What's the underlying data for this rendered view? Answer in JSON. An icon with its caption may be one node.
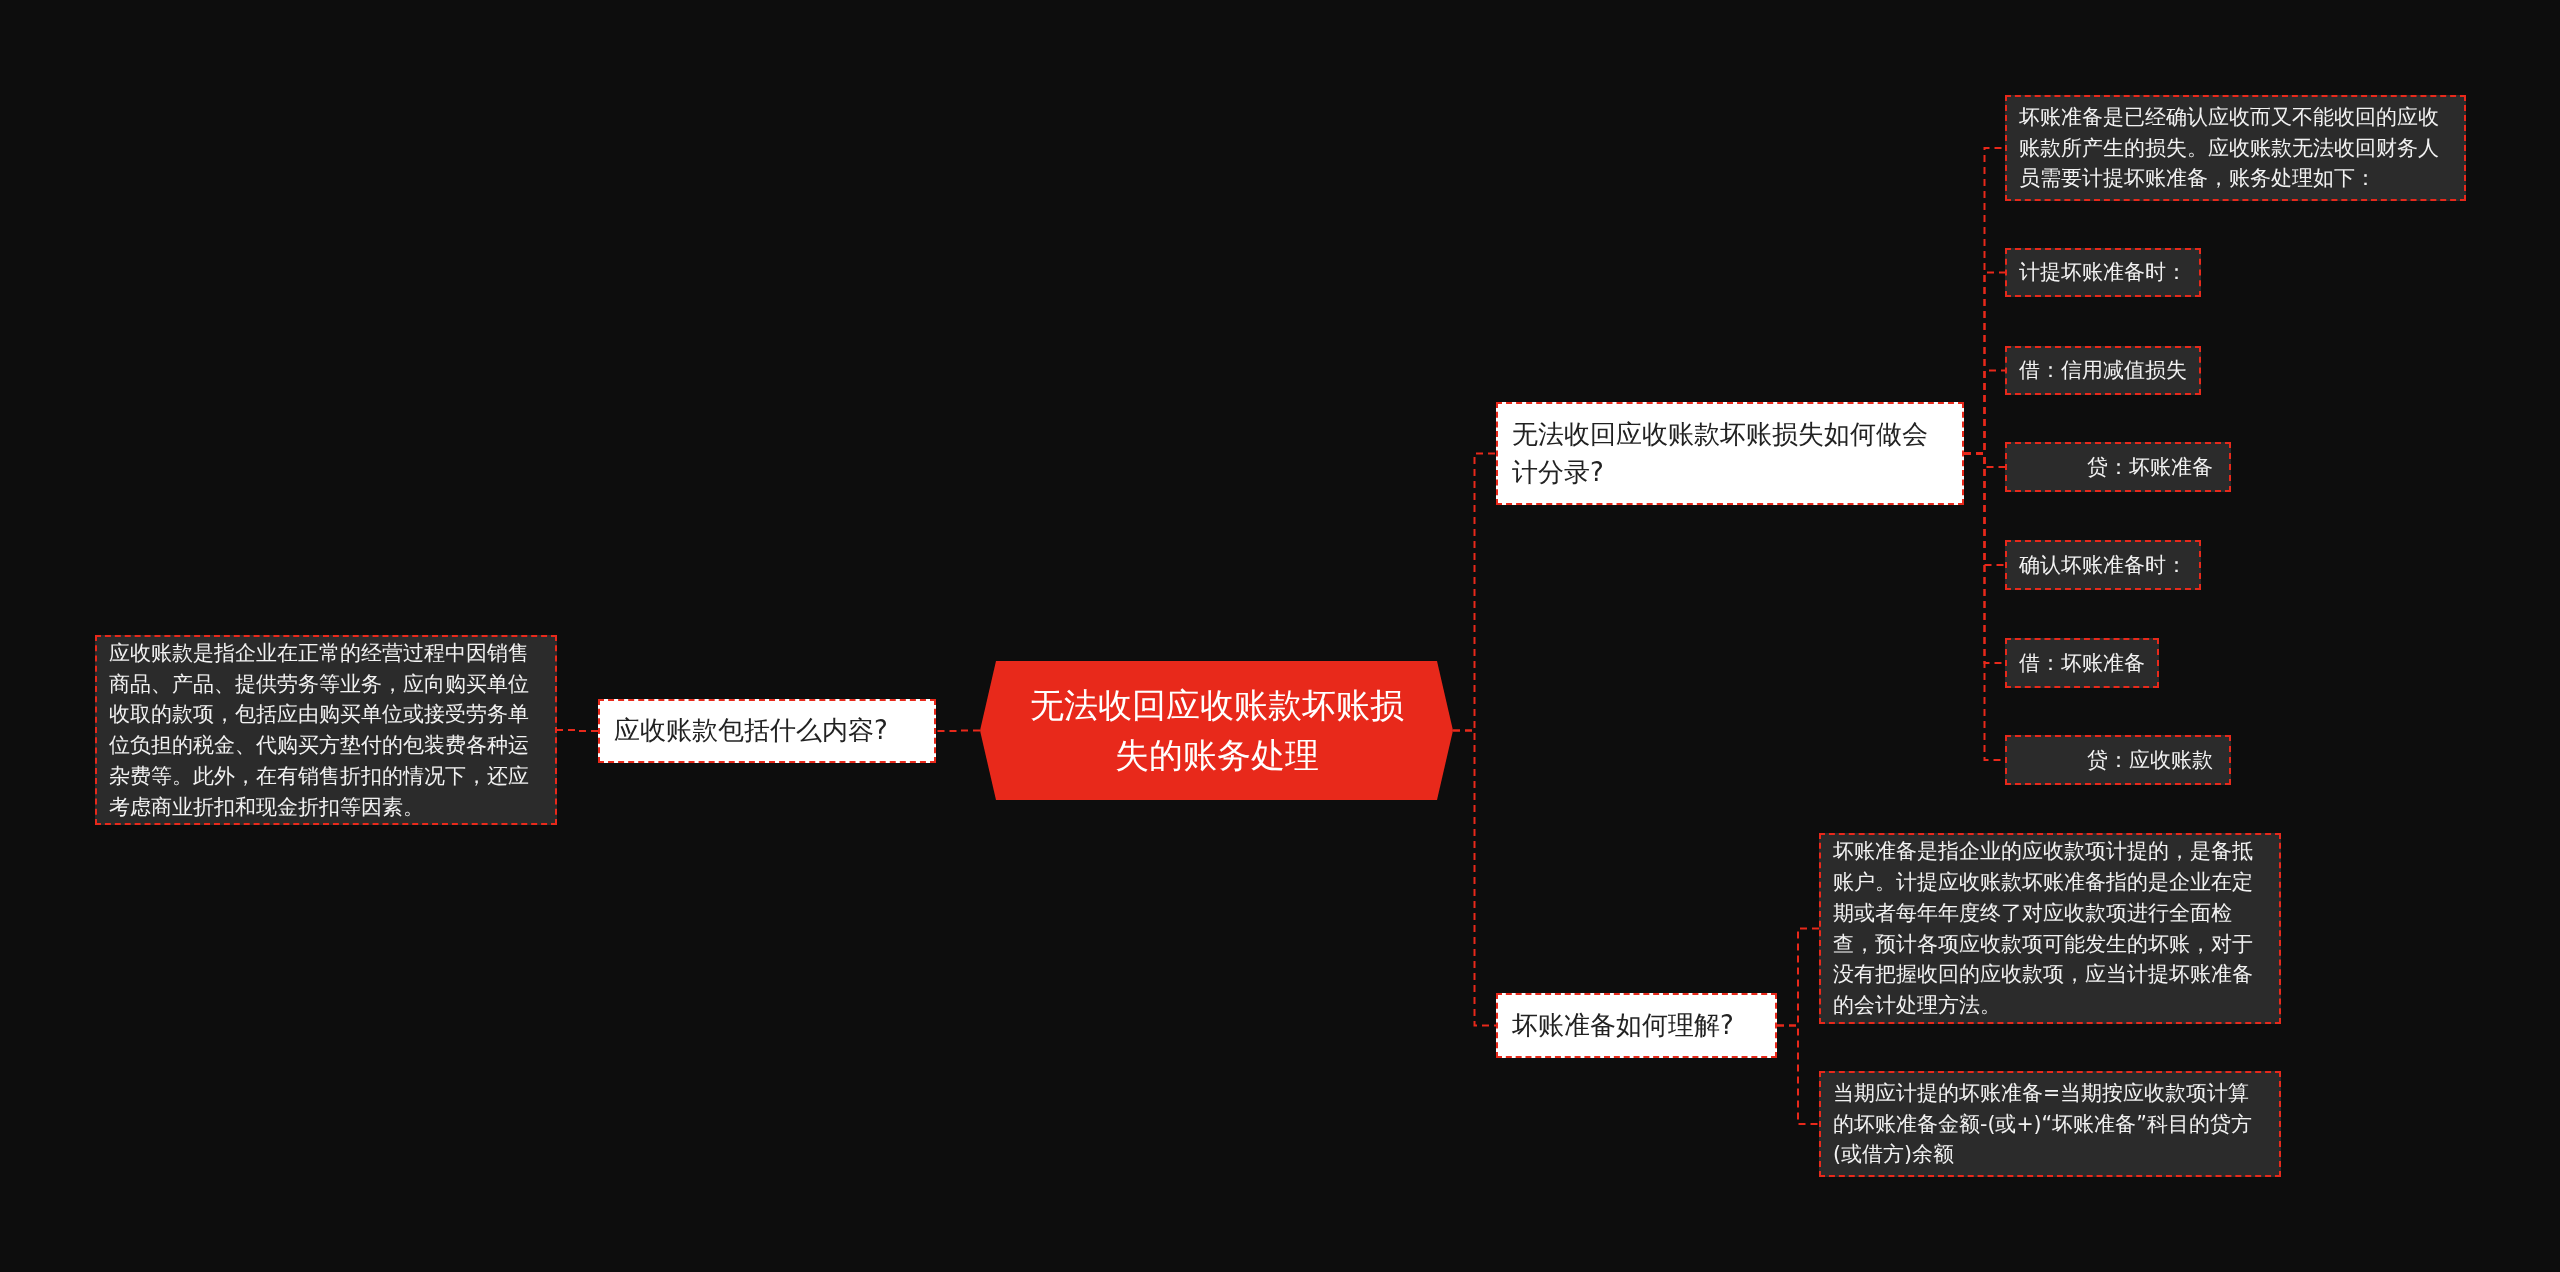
{
  "diagram": {
    "nodes": [
      {
        "text": [
          "无法收回应收账款坏账损失的账务处理"
        ]
      },
      {
        "text": [
          "应收账款包括什么内容?"
        ]
      },
      {
        "text": [
          "应收账款是指企业在正常的经营过程中因销售商品、产品、提供劳务等业务，应向购买单位收取的款项，包括应由购买单位或接受劳务单位负担的税金、代购买方垫付的包装费各种运杂费等。此外，在有销售折扣的情况下，还应考虑商业折扣和现金折扣等因素。"
        ]
      },
      {
        "text": [
          "无法收回应收账款坏账损失如何做会计分录?"
        ]
      },
      {
        "text": [
          "坏账准备是已经确认应收而又不能收回的应收账款所产生的损失。应收账款无法收回财务人员需要计提坏账准备，账务处理如下："
        ]
      },
      {
        "text": [
          "计提坏账准备时："
        ]
      },
      {
        "text": [
          "借：信用减值损失"
        ]
      },
      {
        "text": [
          "贷：坏账准备"
        ]
      },
      {
        "text": [
          "确认坏账准备时："
        ]
      },
      {
        "text": [
          "借：坏账准备"
        ]
      },
      {
        "text": [
          "贷：应收账款"
        ]
      },
      {
        "text": [
          "坏账准备如何理解?"
        ]
      },
      {
        "text": [
          "坏账准备是指企业的应收款项计提的，是备抵账户。计提应收账款坏账准备指的是企业在定期或者每年年度终了对应收款项进行全面检查，预计各项应收款项可能发生的坏账，对于没有把握收回的应收款项，应当计提坏账准备的会计处理方法。"
        ]
      },
      {
        "text": [
          "当期应计提的坏账准备=当期按应收款项计算的坏账准备金额-(或+)“坏账准备”科目的贷方(或借方)余额"
        ]
      }
    ],
    "edges": [
      {
        "from": 0,
        "to": 1,
        "arrow": "none"
      },
      {
        "from": 1,
        "to": 2,
        "arrow": "none"
      },
      {
        "from": 0,
        "to": 3,
        "arrow": "none"
      },
      {
        "from": 3,
        "to": 4,
        "arrow": "none"
      },
      {
        "from": 3,
        "to": 5,
        "arrow": "none"
      },
      {
        "from": 3,
        "to": 6,
        "arrow": "none"
      },
      {
        "from": 3,
        "to": 7,
        "arrow": "none"
      },
      {
        "from": 3,
        "to": 8,
        "arrow": "none"
      },
      {
        "from": 3,
        "to": 9,
        "arrow": "none"
      },
      {
        "from": 3,
        "to": 10,
        "arrow": "none"
      },
      {
        "from": 0,
        "to": 11,
        "arrow": "none"
      },
      {
        "from": 11,
        "to": 12,
        "arrow": "none"
      },
      {
        "from": 11,
        "to": 13,
        "arrow": "none"
      }
    ]
  }
}
